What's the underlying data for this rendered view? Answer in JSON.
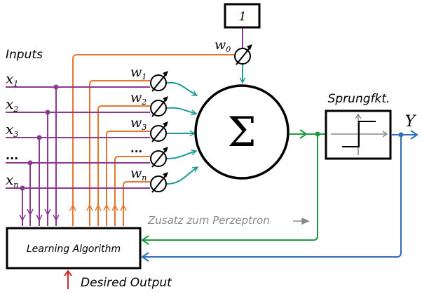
{
  "title": "Perceptron with Learning Algorithm",
  "colors": {
    "input": "#8b3a8f",
    "weight_control": "#e8772e",
    "weighted": "#1f9a9a",
    "activation": "#1e9a3c",
    "output": "#2f6db5",
    "desired": "#cc2a2a",
    "note": "#888888",
    "line": "#000000"
  },
  "inputs": {
    "heading": "Inputs",
    "items": [
      {
        "base": "x",
        "sub": "1"
      },
      {
        "base": "x",
        "sub": "2"
      },
      {
        "base": "x",
        "sub": "3"
      },
      {
        "base": "...",
        "sub": ""
      },
      {
        "base": "x",
        "sub": "n"
      }
    ]
  },
  "bias": {
    "value": "1",
    "weight": {
      "base": "w",
      "sub": "0"
    }
  },
  "weights": [
    {
      "base": "w",
      "sub": "1"
    },
    {
      "base": "w",
      "sub": "2"
    },
    {
      "base": "w",
      "sub": "3"
    },
    {
      "base": "...",
      "sub": ""
    },
    {
      "base": "w",
      "sub": "n"
    }
  ],
  "summation": {
    "symbol": "Σ"
  },
  "activation": {
    "label": "Sprungfkt."
  },
  "output": {
    "label": "Y"
  },
  "learning": {
    "label": "Learning Algorithm"
  },
  "desired": {
    "label": "Desired Output"
  },
  "note": {
    "label": "Zusatz zum Perzeptron",
    "arrow": "→"
  }
}
